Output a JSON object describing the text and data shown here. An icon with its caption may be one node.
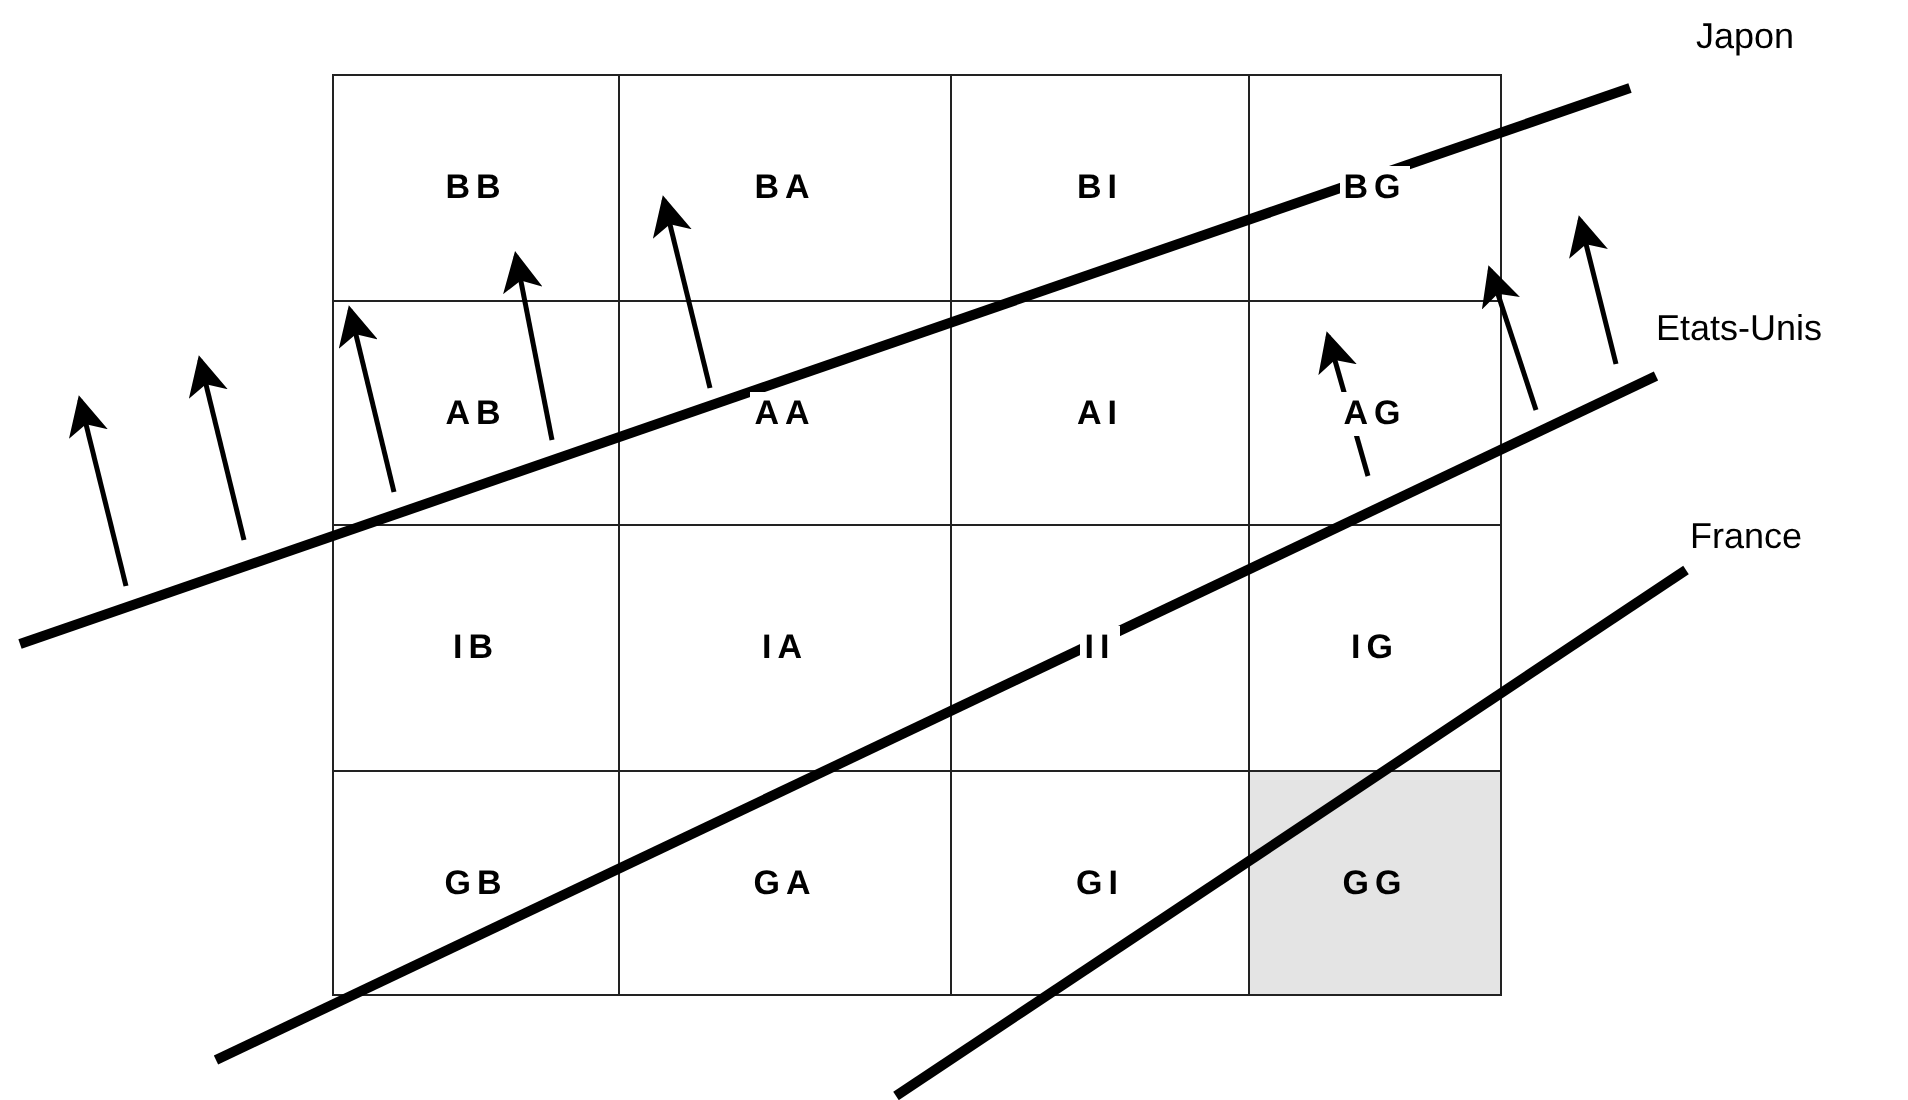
{
  "diagram": {
    "labels": [
      "BB",
      "BA",
      "BI",
      "BG",
      "AB",
      "AA",
      "AI",
      "AG",
      "IB",
      "IA",
      "II",
      "IG",
      "GB",
      "GA",
      "GI",
      "GG",
      "Japon",
      "Etats-Unis",
      "France"
    ]
  }
}
